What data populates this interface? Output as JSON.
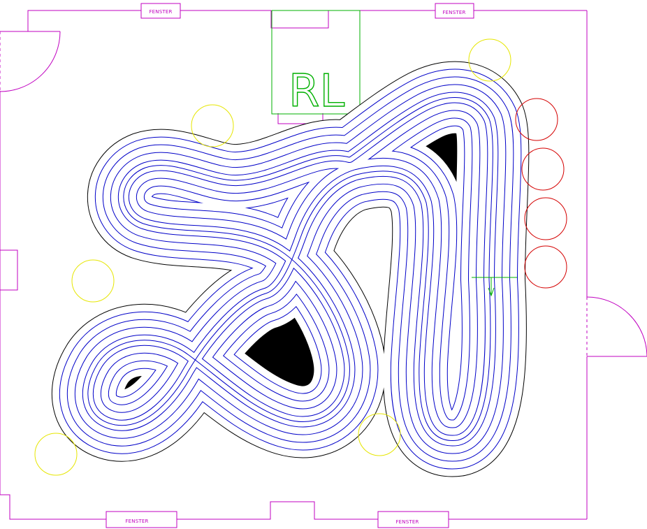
{
  "plan": {
    "window_labels": [
      "FENSTER",
      "FENSTER",
      "FENSTER",
      "FENSTER"
    ],
    "control_booth_label": "RL"
  },
  "colors": {
    "wall": "#c000c0",
    "track_outline": "#000000",
    "lane": "#0000c8",
    "infield": "#a5a555",
    "yellow_marker": "#e6e600",
    "red_marker": "#d40000",
    "booth": "#00b000"
  },
  "icons": {
    "door": "door-swing-icon",
    "marker": "circle-marker-icon",
    "start": "start-arrow-icon"
  }
}
